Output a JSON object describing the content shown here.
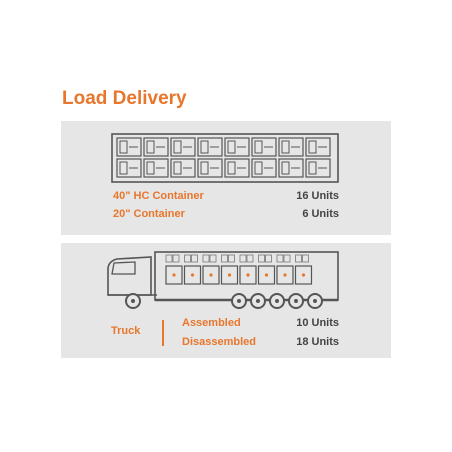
{
  "title": "Load Delivery",
  "container": {
    "hc_label": "40\" HC Container",
    "hc_value": "16 Units",
    "std_label": "20\" Container",
    "std_value": "6 Units"
  },
  "truck": {
    "label": "Truck",
    "assembled_label": "Assembled",
    "assembled_value": "10 Units",
    "disassembled_label": "Disassembled",
    "disassembled_value": "18 Units"
  },
  "colors": {
    "accent": "#e8762c",
    "panel": "#e6e6e6",
    "line": "#555555",
    "text": "#444444"
  },
  "icons": [
    "container-rack-icon",
    "truck-icon"
  ]
}
